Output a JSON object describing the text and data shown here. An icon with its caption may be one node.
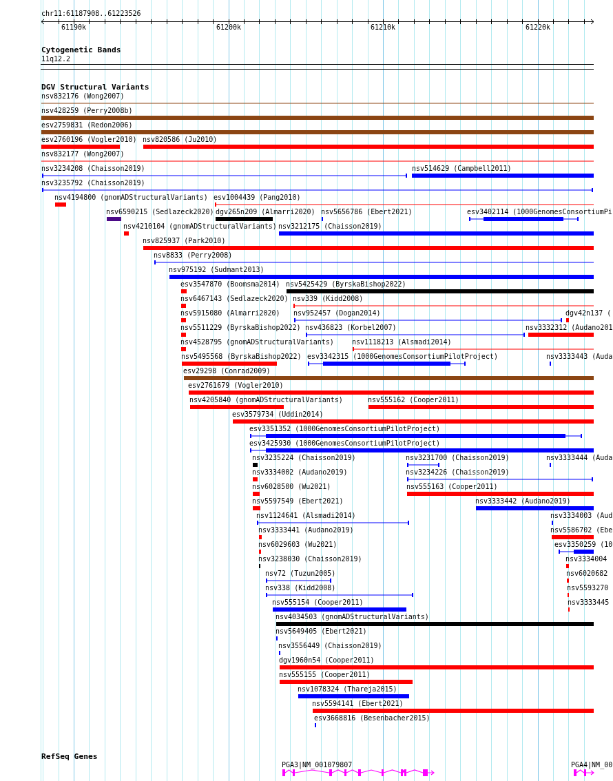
{
  "diagram": {
    "labels": [
      "chr11:61187908..61223526",
      "61190k",
      "61200k",
      "61210k",
      "61220k",
      "Cytogenetic Bands",
      "11q12.2",
      "DGV Structural Variants",
      "nsv832176 (Wong2007)",
      "nsv428259 (Perry2008b)",
      "esv2759831 (Redon2006)",
      "esv2760196 (Vogler2010)",
      "nsv820586 (Ju2010)",
      "nsv832177 (Wong2007)",
      "nsv3234208 (Chaisson2019)",
      "nsv514629 (Campbell2011)",
      "nsv3235792 (Chaisson2019)",
      "nsv4194800 (gnomADStructuralVariants)",
      "esv1004439 (Pang2010)",
      "nsv6590215 (Sedlazeck2020)",
      "dgv265n209 (Almarri2020)",
      "nsv5656786 (Ebert2021)",
      "esv3402114 (1000GenomesConsortiumPi",
      "nsv4210104 (gnomADStructuralVariants)",
      "nsv3212175 (Chaisson2019)",
      "nsv825937 (Park2010)",
      "nsv8833 (Perry2008)",
      "nsv975192 (Sudmant2013)",
      "esv3547870 (Boomsma2014)",
      "nsv5425429 (ByrskaBishop2022)",
      "nsv6467143 (Sedlazeck2020)",
      "nsv339 (Kidd2008)",
      "nsv5915080 (Almarri2020)",
      "nsv952457 (Dogan2014)",
      "dgv42n137 (",
      "nsv5511229 (ByrskaBishop2022)",
      "nsv436823 (Korbel2007)",
      "nsv3332312 (Audano201",
      "nsv4528795 (gnomADStructuralVariants)",
      "nsv1118213 (Alsmadi2014)",
      "nsv5495568 (ByrskaBishop2022)",
      "esv3342315 (1000GenomesConsortiumPilotProject)",
      "nsv3333443 (Auda",
      "esv29298 (Conrad2009)",
      "esv2761679 (Vogler2010)",
      "nsv4205840 (gnomADStructuralVariants)",
      "nsv555162 (Cooper2011)",
      "esv3579734 (Uddin2014)",
      "esv3351352 (1000GenomesConsortiumPilotProject)",
      "esv3425930 (1000GenomesConsortiumPilotProject)",
      "nsv3235224 (Chaisson2019)",
      "nsv3231700 (Chaisson2019)",
      "nsv3333444 (Auda",
      "nsv3334002 (Audano2019)",
      "nsv3234226 (Chaisson2019)",
      "nsv6028500 (Wu2021)",
      "nsv555163 (Cooper2011)",
      "nsv5597549 (Ebert2021)",
      "nsv3333442 (Audano2019)",
      "nsv1124641 (Alsmadi2014)",
      "nsv3334003 (Aud",
      "nsv3333441 (Audano2019)",
      "nsv5586702 (Ebe",
      "nsv6029603 (Wu2021)",
      "esv3350259 (10",
      "nsv3238030 (Chaisson2019)",
      "nsv3334004",
      "nsv72 (Tuzun2005)",
      "nsv6020682",
      "nsv338 (Kidd2008)",
      "nsv5593270",
      "nsv555154 (Cooper2011)",
      "nsv3333445",
      "nsv4034503 (gnomADStructuralVariants)",
      "nsv5649405 (Ebert2021)",
      "nsv3556449 (Chaisson2019)",
      "dgv1960n54 (Cooper2011)",
      "nsv555155 (Cooper2011)",
      "nsv1078324 (Thareja2015)",
      "nsv5594141 (Ebert2021)",
      "esv3668816 (Besenbacher2015)",
      "RefSeq Genes",
      "PGA3|NM_001079807",
      "PGA4|NM_00"
    ]
  }
}
